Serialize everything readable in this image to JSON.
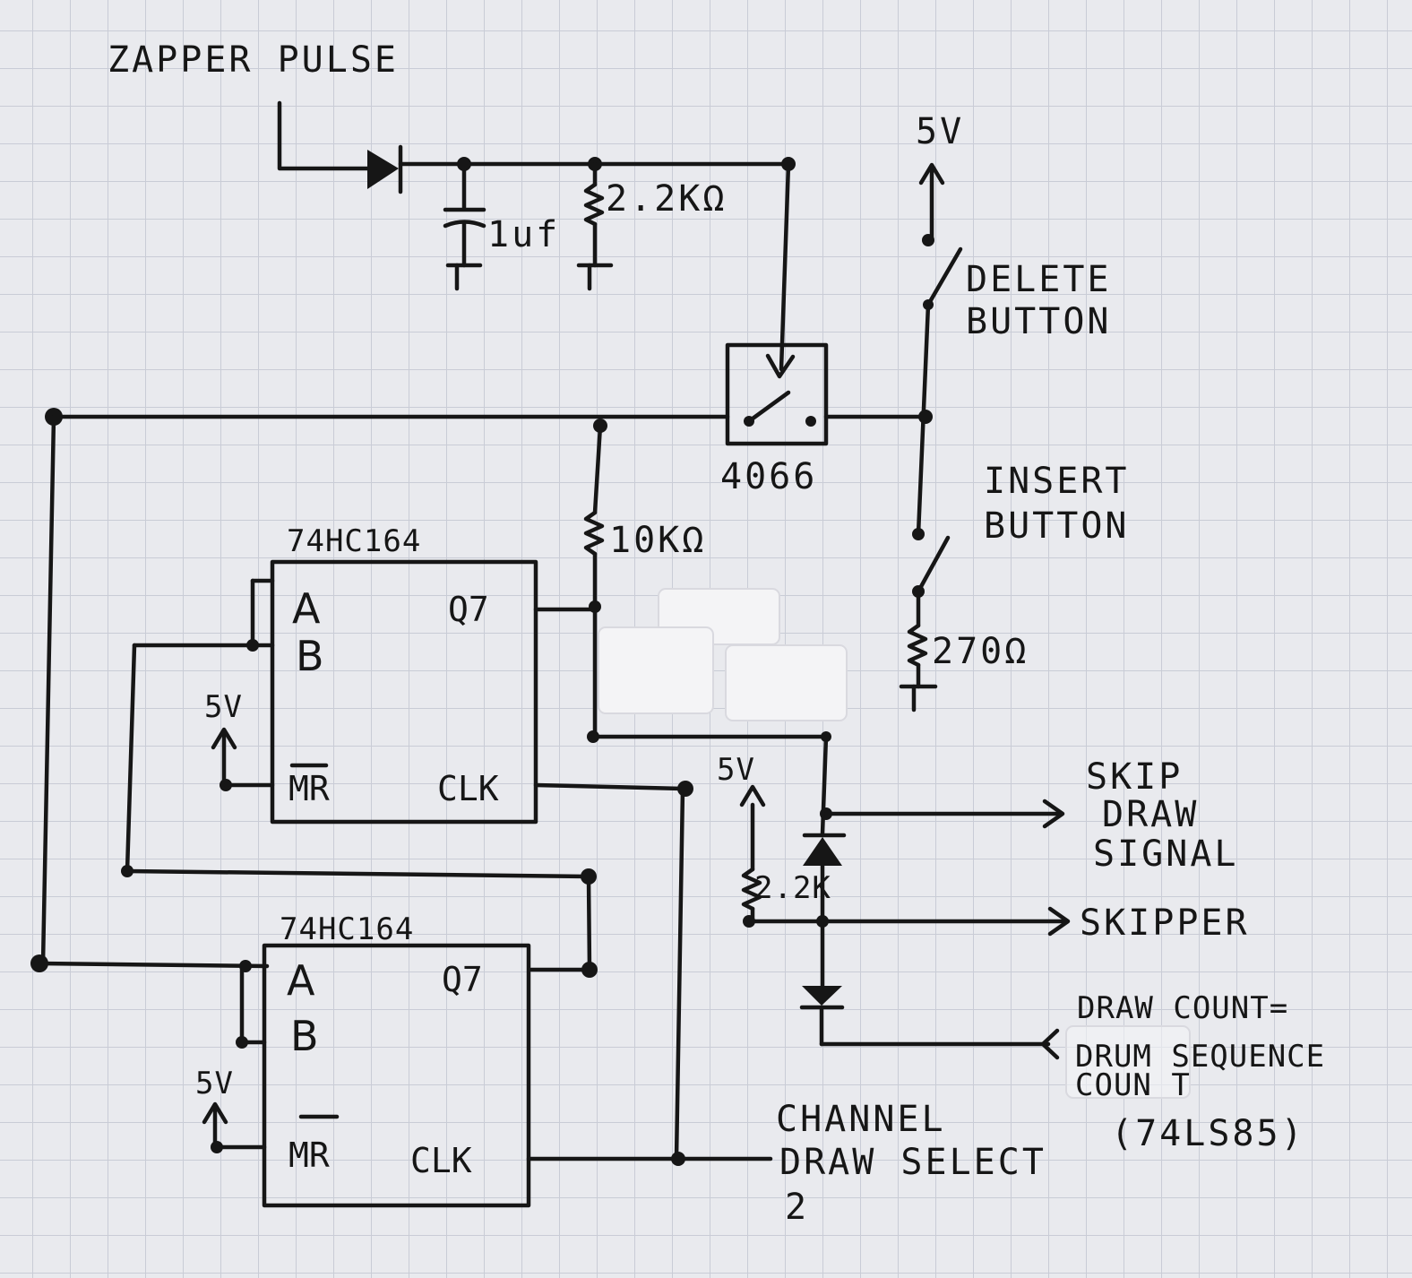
{
  "labels": {
    "zapper_pulse": "ZAPPER PULSE",
    "cap": "1uf",
    "r_top": "2.2KΩ",
    "r_mid": "10KΩ",
    "r_bot": "270Ω",
    "r_small": "2.2K",
    "switch_ic": "4066",
    "delete_1": "DELETE",
    "delete_2": "BUTTON",
    "insert_1": "INSERT",
    "insert_2": "BUTTON",
    "skip_1": "SKIP",
    "skip_2": "DRAW",
    "skip_3": "SIGNAL",
    "skipper": "SKIPPER",
    "draw_1": "DRAW COUNT=",
    "draw_2": "DRUM SEQUENCE",
    "draw_3": "COUN T",
    "draw_4": "(74LS85)",
    "chan_1": "CHANNEL",
    "chan_2": "DRAW SELECT",
    "chan_3": "2",
    "v5": "5V"
  },
  "chips": [
    {
      "name": "74HC164",
      "pins": {
        "a": "A",
        "b": "B",
        "q7": "Q7",
        "mr": "MR",
        "clk": "CLK"
      }
    },
    {
      "name": "74HC164",
      "pins": {
        "a": "A",
        "b": "B",
        "q7": "Q7",
        "mr": "MR",
        "clk": "CLK"
      }
    }
  ]
}
